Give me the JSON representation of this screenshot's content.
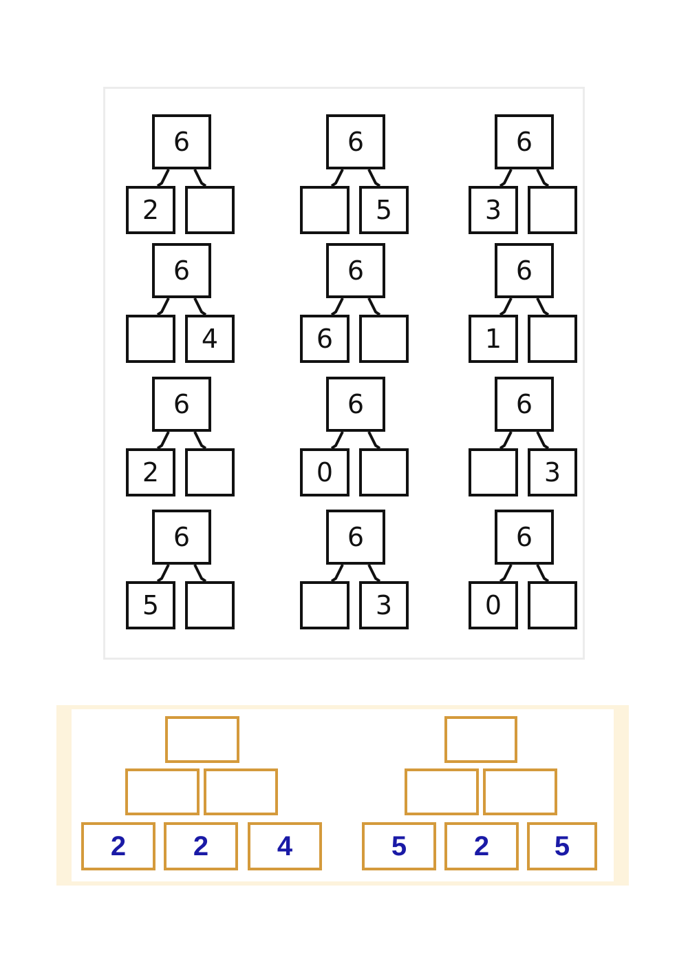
{
  "number_bonds": [
    {
      "whole": "6",
      "left": "2",
      "right": ""
    },
    {
      "whole": "6",
      "left": "",
      "right": "5"
    },
    {
      "whole": "6",
      "left": "3",
      "right": ""
    },
    {
      "whole": "6",
      "left": "",
      "right": "4"
    },
    {
      "whole": "6",
      "left": "6",
      "right": ""
    },
    {
      "whole": "6",
      "left": "1",
      "right": ""
    },
    {
      "whole": "6",
      "left": "2",
      "right": ""
    },
    {
      "whole": "6",
      "left": "0",
      "right": ""
    },
    {
      "whole": "6",
      "left": "",
      "right": "3"
    },
    {
      "whole": "6",
      "left": "5",
      "right": ""
    },
    {
      "whole": "6",
      "left": "",
      "right": "3"
    },
    {
      "whole": "6",
      "left": "0",
      "right": ""
    }
  ],
  "pyramids": [
    {
      "top": "",
      "middle": [
        "",
        ""
      ],
      "bottom": [
        "2",
        "2",
        "4"
      ]
    },
    {
      "top": "",
      "middle": [
        "",
        ""
      ],
      "bottom": [
        "5",
        "2",
        "5"
      ]
    }
  ],
  "colors": {
    "bond_border": "#111111",
    "brick_border": "#d49a3c",
    "brick_text": "#1a1aa6",
    "bottom_panel_bg": "#fdf3dc"
  }
}
